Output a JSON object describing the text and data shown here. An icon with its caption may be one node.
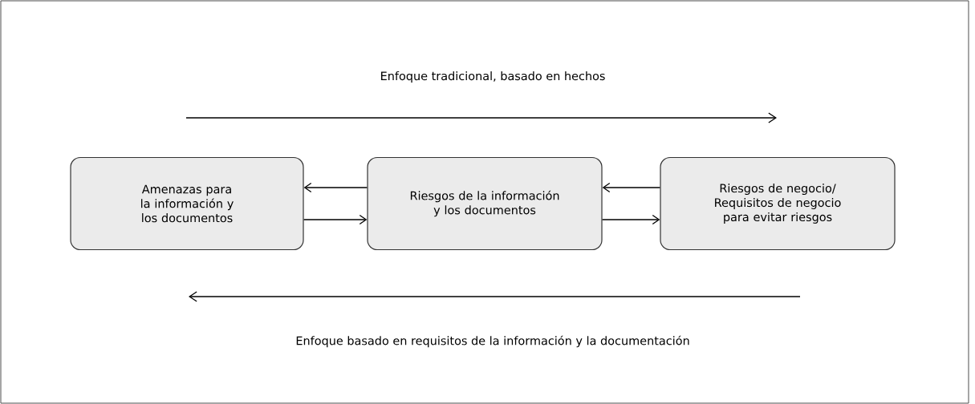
{
  "diagram": {
    "nodes": [
      {
        "text": [
          "Amenazas para la información y los documentos"
        ]
      },
      {
        "text": [
          "Riesgos de la información y los documentos"
        ]
      },
      {
        "text": [
          "Riesgos de negocio/ Requisitos de negocio para evitar riesgos"
        ]
      }
    ],
    "edges": [
      {
        "from": 1,
        "to": 0,
        "arrow": "to"
      },
      {
        "from": 0,
        "to": 1,
        "arrow": "to"
      },
      {
        "from": 2,
        "to": 1,
        "arrow": "to"
      },
      {
        "from": 1,
        "to": 2,
        "arrow": "to"
      }
    ],
    "labels": [
      "Enfoque tradicional, basado en hechos",
      "Enfoque basado en requisitos de la información y la documentación"
    ]
  }
}
